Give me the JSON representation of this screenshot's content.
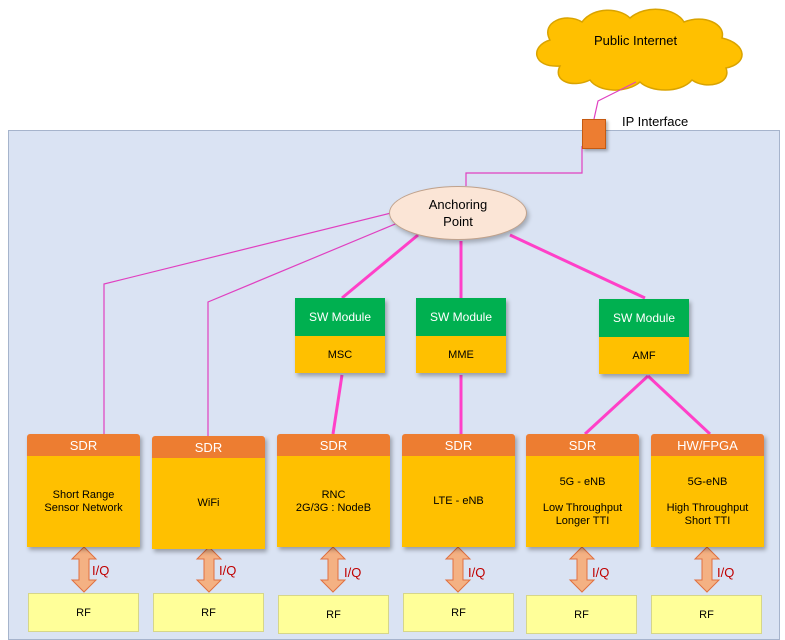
{
  "cloud": {
    "label": "Public Internet",
    "color": "#ffc000"
  },
  "ip_interface": {
    "label": "IP Interface"
  },
  "anchoring_point": {
    "label_line1": "Anchoring",
    "label_line2": "Point"
  },
  "sw_modules": [
    {
      "sw_label": "SW Module",
      "function": "MSC"
    },
    {
      "sw_label": "SW Module",
      "function": "MME"
    },
    {
      "sw_label": "SW Module",
      "function": "AMF"
    }
  ],
  "sdr_blocks": [
    {
      "header": "SDR",
      "lines": [
        "Short Range",
        "Sensor Network"
      ]
    },
    {
      "header": "SDR",
      "lines": [
        "WiFi"
      ]
    },
    {
      "header": "SDR",
      "lines": [
        "RNC",
        "2G/3G : NodeB"
      ]
    },
    {
      "header": "SDR",
      "lines": [
        "LTE - eNB"
      ]
    },
    {
      "header": "SDR",
      "lines": [
        "5G - eNB",
        "",
        "Low Throughput",
        "Longer TTI"
      ]
    },
    {
      "header": "HW/FPGA",
      "lines": [
        "5G-eNB",
        "",
        "High Throughput",
        "Short TTI"
      ]
    }
  ],
  "iq_label": "I/Q",
  "rf_label": "RF",
  "colors": {
    "panel": "#dae3f3",
    "thin_line": "#e040c0",
    "thick_line": "#ff40c8",
    "arrow_fill": "#f4b183",
    "arrow_stroke": "#e07040"
  }
}
